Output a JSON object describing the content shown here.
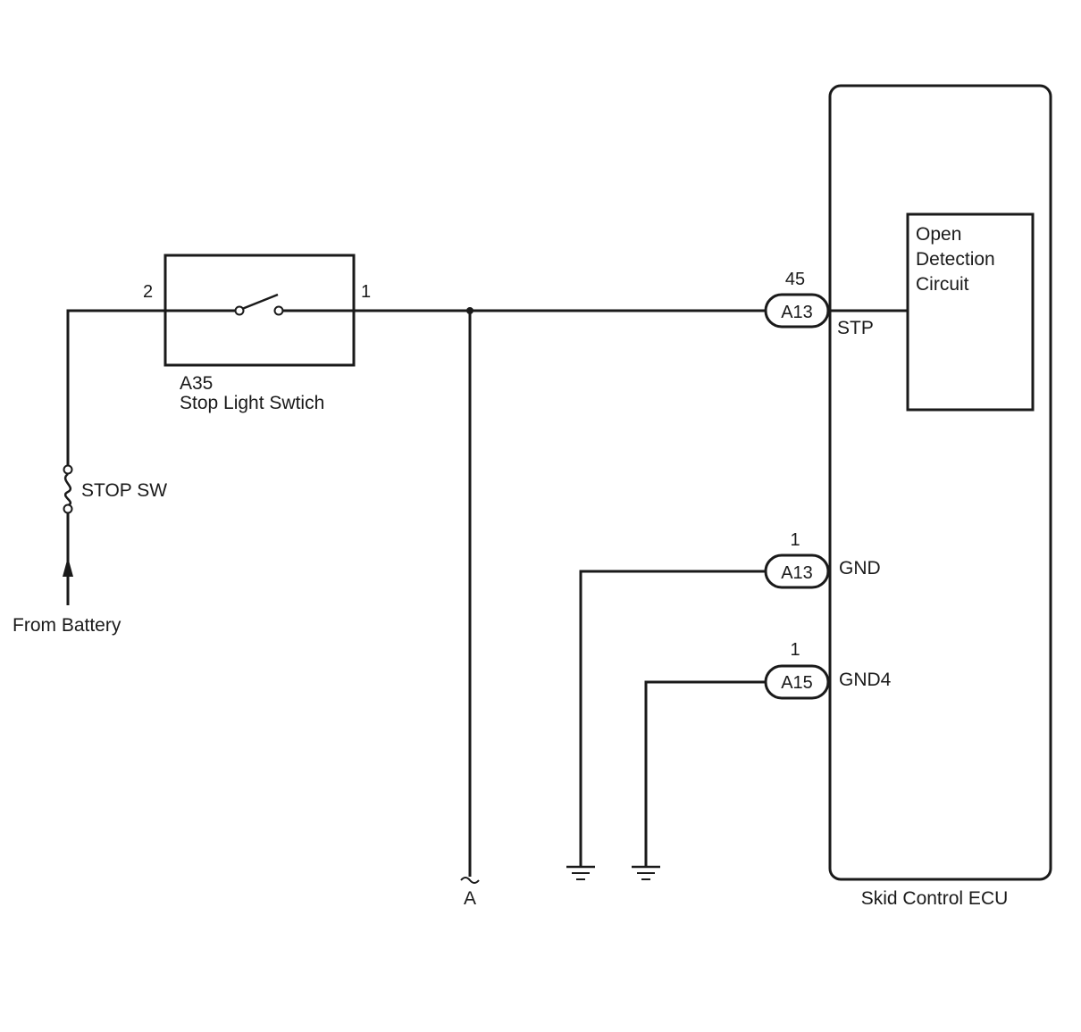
{
  "battery": {
    "label": "From Battery"
  },
  "fuse": {
    "label": "STOP SW"
  },
  "stop_switch": {
    "code": "A35",
    "name": "Stop Light Swtich",
    "pin_left": "2",
    "pin_right": "1"
  },
  "junction": {
    "label": "A"
  },
  "ecu": {
    "name": "Skid Control ECU",
    "inner_block": {
      "line1": "Open",
      "line2": "Detection",
      "line3": "Circuit"
    },
    "terminals": [
      {
        "pin": "45",
        "connector": "A13",
        "signal": "STP"
      },
      {
        "pin": "1",
        "connector": "A13",
        "signal": "GND"
      },
      {
        "pin": "1",
        "connector": "A15",
        "signal": "GND4"
      }
    ]
  }
}
